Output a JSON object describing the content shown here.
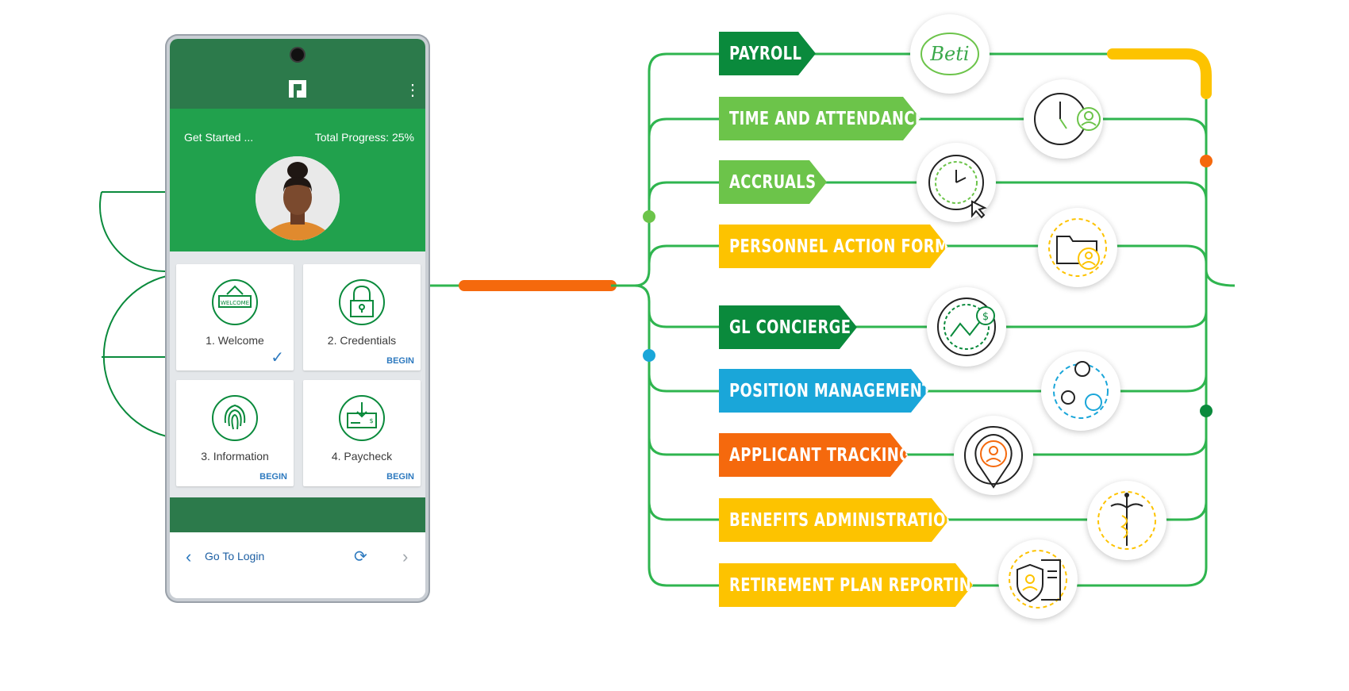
{
  "colors": {
    "dark_green": "#0a8a3c",
    "light_green": "#6cc44a",
    "yellow": "#fdc300",
    "blue": "#1aa6d9",
    "orange": "#f5690d",
    "line_green": "#2fb54f",
    "link_blue": "#2e7abf"
  },
  "phone": {
    "header": {
      "status_left": "Get Started ...",
      "status_right": "Total Progress: 25%"
    },
    "cards": [
      {
        "icon": "welcome-sign-icon",
        "label": "1. Welcome",
        "status": "check"
      },
      {
        "icon": "padlock-icon",
        "label": "2. Credentials",
        "action": "BEGIN"
      },
      {
        "icon": "fingerprint-icon",
        "label": "3. Information",
        "action": "BEGIN"
      },
      {
        "icon": "paycheck-icon",
        "label": "4. Paycheck",
        "action": "BEGIN"
      }
    ],
    "footer": {
      "back_label": "Go To Login"
    }
  },
  "modules": [
    {
      "label": "PAYROLL",
      "color": "dark_green",
      "icon": "beti-logo-icon"
    },
    {
      "label": "TIME AND ATTENDANCE",
      "color": "light_green",
      "icon": "clock-person-icon"
    },
    {
      "label": "ACCRUALS",
      "color": "light_green",
      "icon": "clock-cursor-icon"
    },
    {
      "label": "PERSONNEL ACTION FORMS",
      "color": "yellow",
      "icon": "folder-person-icon"
    },
    {
      "label": "GL CONCIERGE",
      "color": "dark_green",
      "icon": "dollar-chart-icon"
    },
    {
      "label": "POSITION MANAGEMENT",
      "color": "blue",
      "icon": "people-cycle-icon"
    },
    {
      "label": "APPLICANT TRACKING",
      "color": "orange",
      "icon": "location-person-icon"
    },
    {
      "label": "BENEFITS ADMINISTRATION",
      "color": "yellow",
      "icon": "caduceus-icon"
    },
    {
      "label": "RETIREMENT PLAN REPORTING",
      "color": "yellow",
      "icon": "shield-document-icon"
    }
  ],
  "beti_logo_text": "Beti"
}
